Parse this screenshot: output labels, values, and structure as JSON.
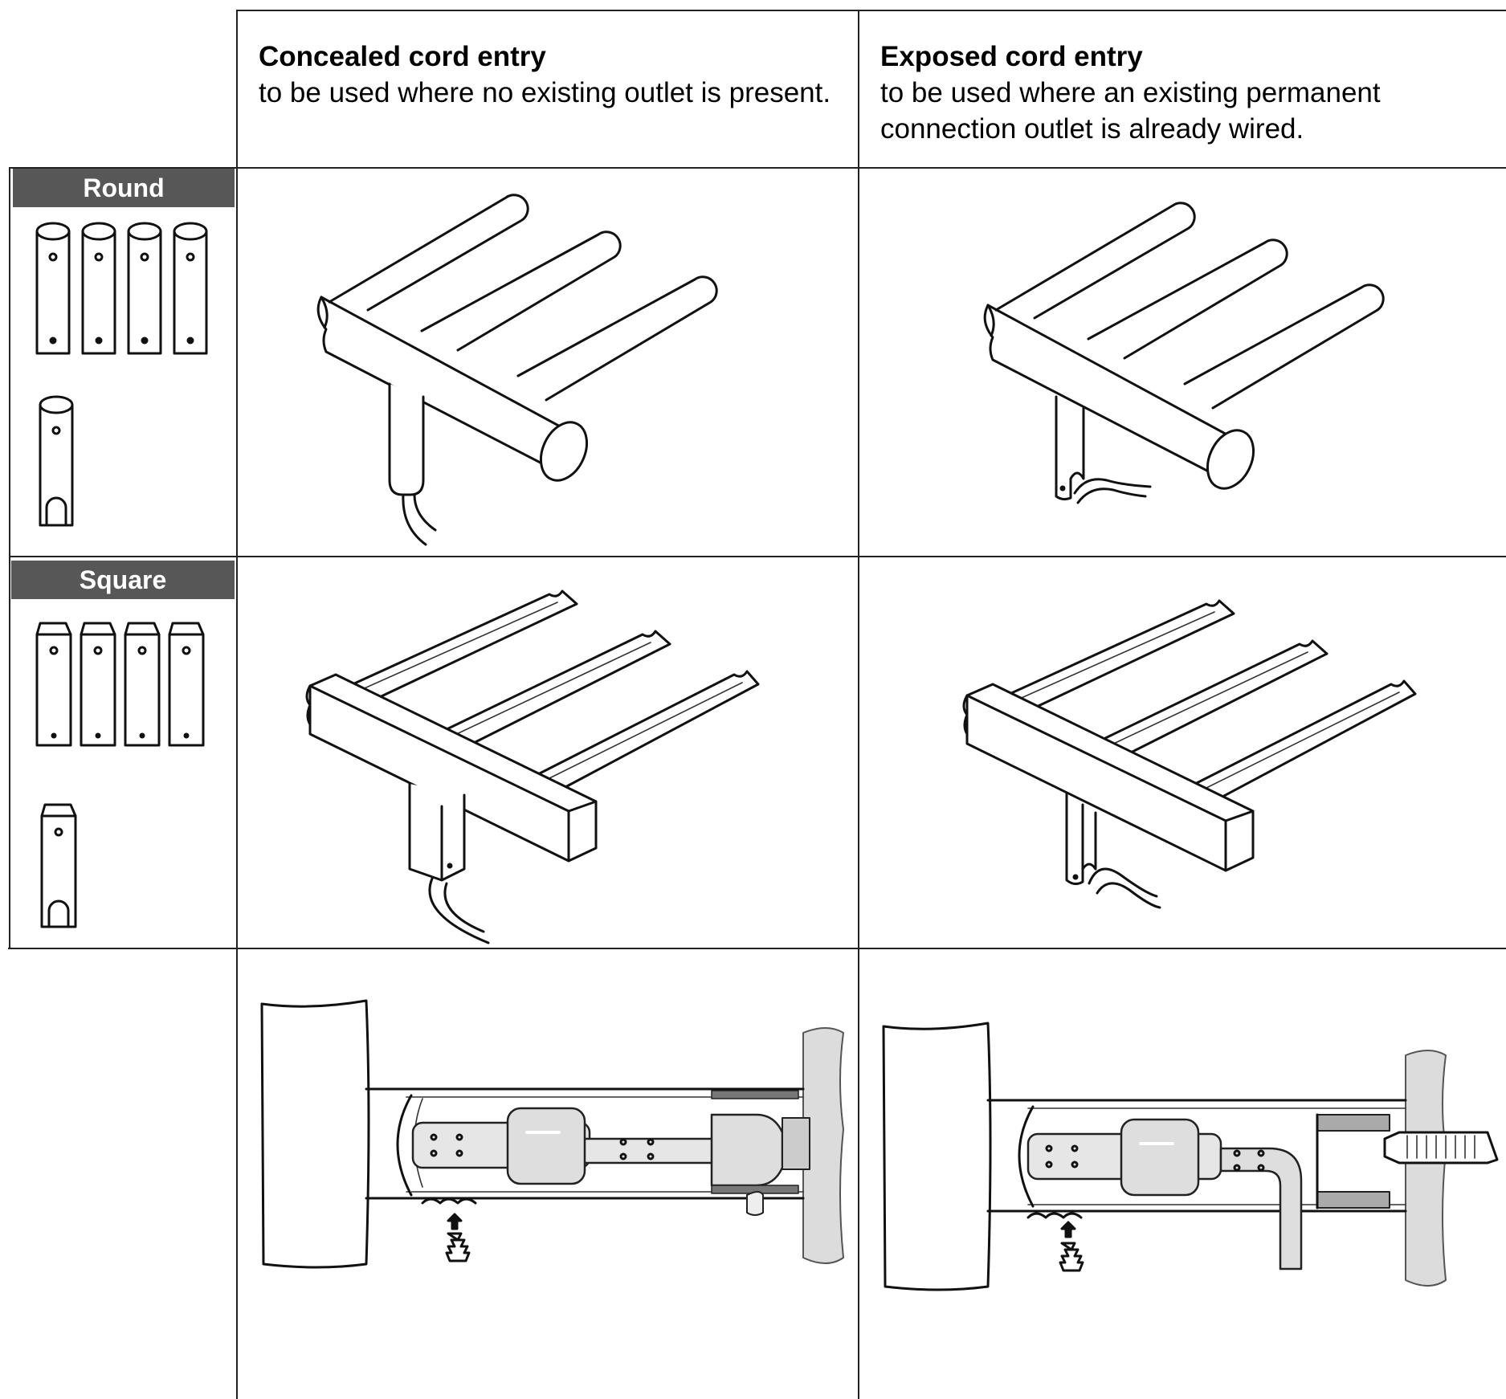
{
  "columns": [
    {
      "title": "Concealed cord entry",
      "description": "to be used where no existing outlet is present."
    },
    {
      "title": "Exposed cord entry",
      "description": "to be used where an existing permanent connection outlet is already wired."
    }
  ],
  "rows": [
    {
      "label": "Round"
    },
    {
      "label": "Square"
    }
  ],
  "icons": {
    "round_mounting_brackets": "round-bracket-icon",
    "square_mounting_brackets": "square-bracket-icon",
    "round_concealed": "round-rail-concealed-cord",
    "round_exposed": "round-rail-exposed-cord",
    "square_concealed": "square-rail-concealed-cord",
    "square_exposed": "square-rail-exposed-cord",
    "section_concealed": "concealed-entry-cross-section",
    "section_exposed": "exposed-entry-cross-section"
  },
  "colors": {
    "label_bg": "#575757",
    "label_text": "#ffffff",
    "wall": "#dcdcdc",
    "line": "#222222"
  }
}
